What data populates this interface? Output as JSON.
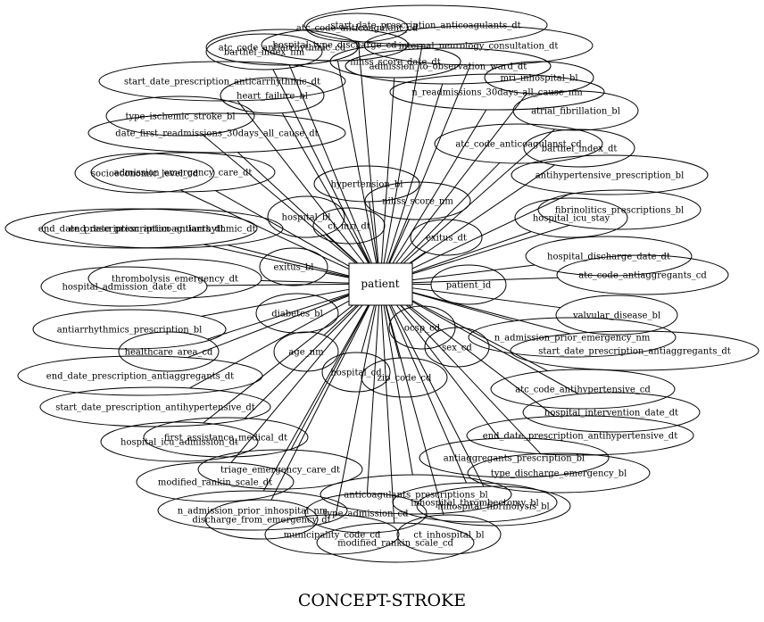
{
  "title": "CONCEPT-STROKE",
  "center": "patient",
  "attributes": [
    "start_date_prescription_anticoagulants_dt",
    "atc_code_anticoagulant_cd",
    "hospital_type_discharge_cd",
    "internal_neurology_consultation_dt",
    "atc_code_antiarrhythmic_cd",
    "barthel_index_nm",
    "nihss_score_date_dt",
    "admission_to_observation_ward_dt",
    "start_date_prescription_anticarrhythmic_dt",
    "mri_inhospital_bl",
    "heart_failure_bl",
    "n_readmissions_30days_all_cause_nm",
    "atrial_fibrillation_bl",
    "type_ischemic_stroke_bl",
    "date_first_readmissions_30days_all_cause_dt",
    "atc_code_anticoagulanst_cd",
    "barthel_index_dt",
    "socioeconomic_level_cd",
    "admission_emergency_care_dt",
    "antihypertensive_prescription_bl",
    "hypertension_bl",
    "nihss_score_nm",
    "fibrinolitics_prescriptions_bl",
    "hospital_icu_stay",
    "hospital_bl",
    "ct_mri_dt",
    "end_date_prescription_anticoagulants_dt",
    "end_date_prescription_antiarrhythmic_dt",
    "exitus_dt",
    "hospital_discharge_date_dt",
    "atc_code_antiaggregants_cd",
    "exitus_bl",
    "thrombolysis_emergency_dt",
    "hospital_admission_date_dt",
    "patient_id",
    "diabetes_bl",
    "valvular_disease_bl",
    "antiarrhythmics_prescription_bl",
    "ocsp_cd",
    "n_admission_prior_emergency_nm",
    "sex_cd",
    "healthcare_area_cd",
    "start_date_prescription_antiaggregants_dt",
    "age_nm",
    "end_date_prescription_antiaggregants_dt",
    "hospital_cd",
    "zip_code_cd",
    "atc_code_antihypertensive_cd",
    "start_date_prescription_antihypertensive_dt",
    "hospital_intervention_date_dt",
    "first_assistance_medical_dt",
    "end_date_prescription_antihypertensive_dt",
    "hospital_icu_admission_dt",
    "antiaggregants_prescription_bl",
    "triage_emergency_care_dt",
    "type_discharge_emergency_bl",
    "modified_rankin_scale_dt",
    "anticoagulants_prescriptions_bl",
    "inhospital_thrombectomy_bl",
    "n_admission_prior_inhospital_nm",
    "type_admission_cd",
    "inhospital_fibrinolysis_bl",
    "discharge_from_emergency_dt",
    "municipality_code_cd",
    "ct_inhospital_bl",
    "modified_rankin_scale_cd"
  ]
}
